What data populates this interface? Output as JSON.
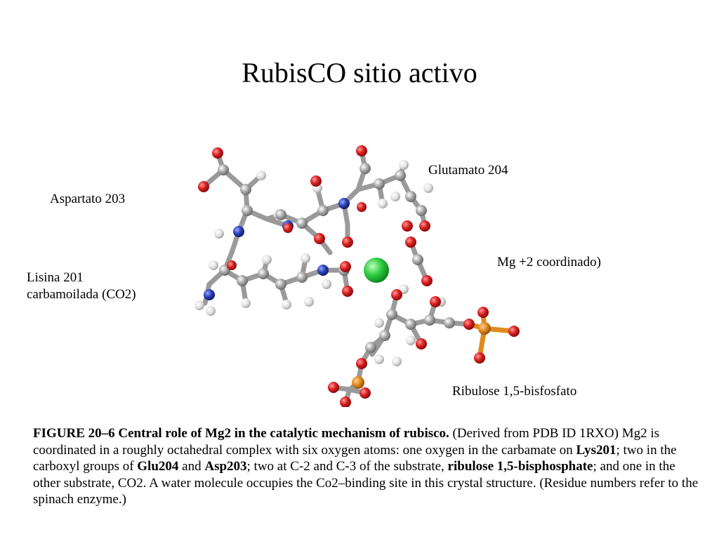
{
  "slide": {
    "title": "RubisCO sitio activo"
  },
  "labels": {
    "glutamato": "Glutamato 204",
    "aspartato": "Aspartato 203",
    "mg": "Mg +2 coordinado)",
    "lisina_line1": "Lisina 201",
    "lisina_line2": "carbamoilada (CO2)",
    "ribulose": "Ribulose 1,5-bisfosfato"
  },
  "caption": {
    "figure_title": "FIGURE 20–6 Central role of Mg2 in the catalytic mechanism of rubisco.",
    "t1": " (Derived from PDB ID 1RXO) Mg2 is coordinated in a roughly octahedral complex with six oxygen atoms: one oxygen in the carbamate on ",
    "b1": "Lys201",
    "t2": "; two in the carboxyl groups of ",
    "b2": "Glu204",
    "t3": " and ",
    "b3": "Asp203",
    "t4": "; two at C-2 and C-3 of the substrate, ",
    "b4": "ribulose 1,5-bisphosphate",
    "t5": "; and one in the other substrate, CO2. A water molecule occupies the Co2–binding site in this crystal structure. (Residue numbers refer to the spinach enzyme.)"
  },
  "colors": {
    "carbon": "#9b9b9b",
    "oxygen": "#d81e1e",
    "nitrogen": "#2b3fb8",
    "hydrogen": "#e6e6e6",
    "phosphorus": "#e08a1e",
    "magnesium": "#2ecc40"
  }
}
